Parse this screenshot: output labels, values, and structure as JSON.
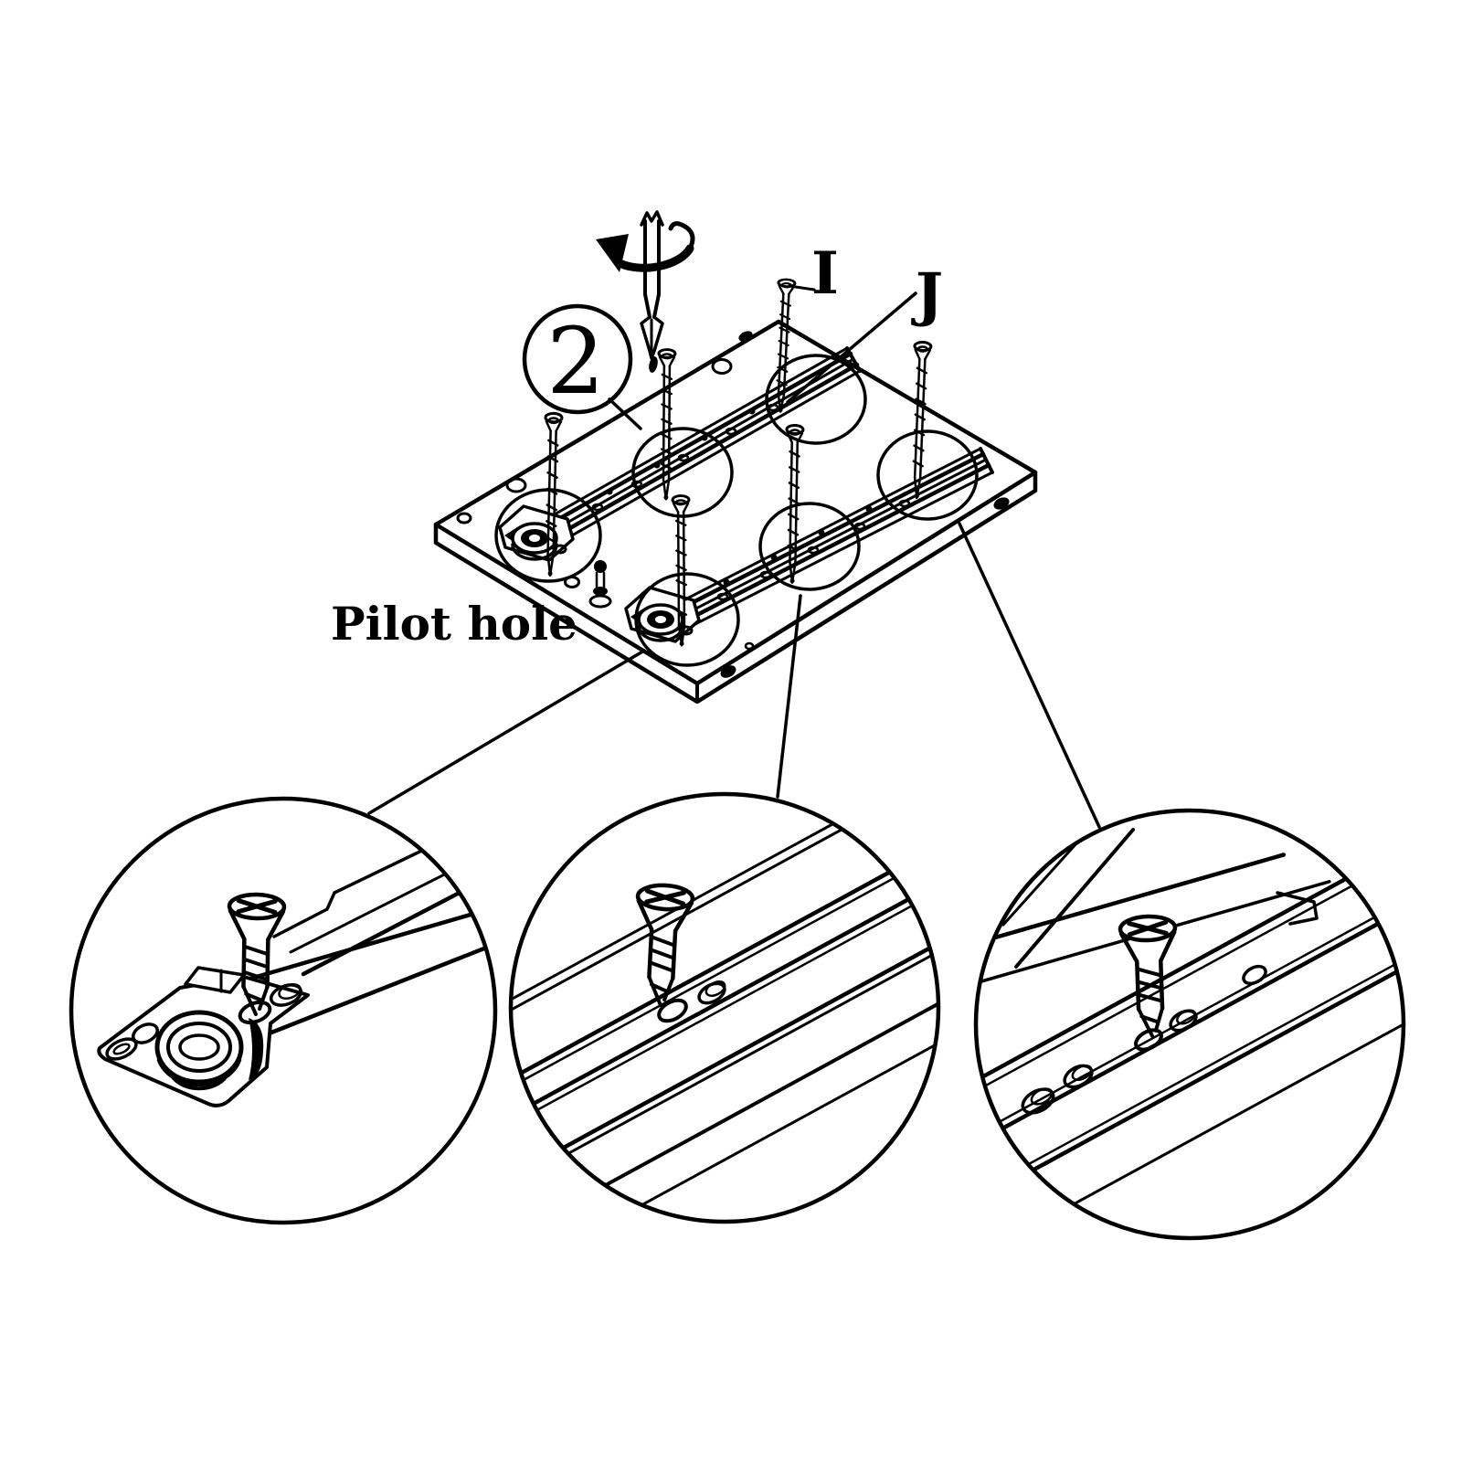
{
  "canvas": {
    "background": "#ffffff",
    "ink_color": "#000000"
  },
  "step_badge": {
    "number": "2"
  },
  "labels": {
    "screw_callout": "I",
    "rail_callout": "J",
    "pilot_hole": "Pilot hole"
  },
  "icons": {
    "tool": "phillips-screwdriver-icon",
    "motion": "rotation-arrow-icon"
  },
  "figure": {
    "panel_part_badge": "2",
    "slide_rail_count": 2,
    "floating_screw_count": 6,
    "highlight_spot_count": 6,
    "detail_view_count": 3
  }
}
